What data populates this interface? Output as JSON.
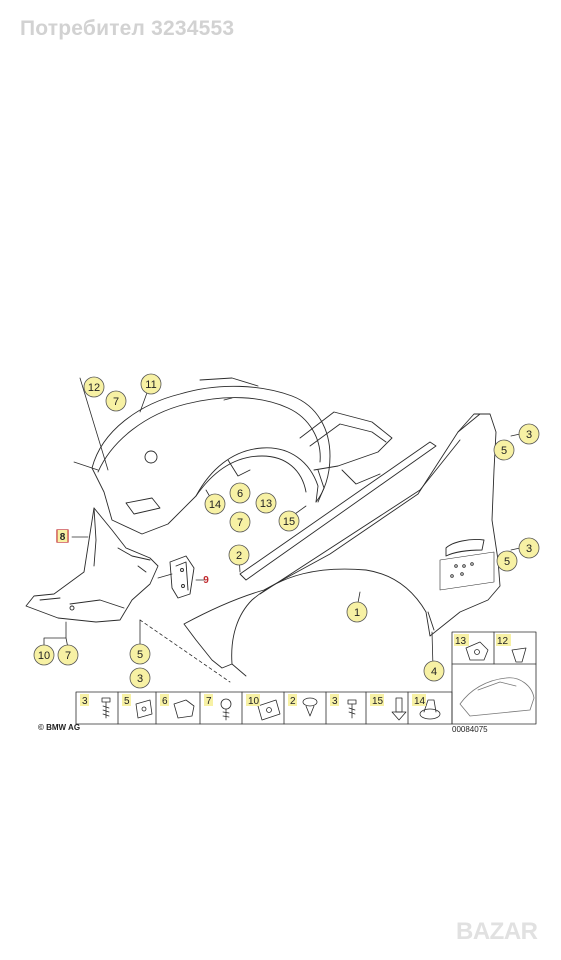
{
  "watermark": "Потребител 3234553",
  "copyright": "© BMW AG",
  "drawing_number": "00084075",
  "bazar_logo": "BAZAR",
  "callouts": [
    "12",
    "7",
    "11",
    "3",
    "5",
    "6",
    "7",
    "13",
    "14",
    "15",
    "8",
    "9",
    "2",
    "1",
    "3",
    "5",
    "10",
    "7",
    "5",
    "3",
    "4"
  ],
  "legend_parts": [
    "3",
    "5",
    "6",
    "7",
    "10",
    "2",
    "3",
    "15",
    "14"
  ],
  "legend_inset_parts": [
    "13",
    "12"
  ],
  "colors": {
    "callout_fill": "#f7f1a4",
    "callout_stroke": "#555555",
    "line": "#2b2b2b",
    "red": "#c0282d"
  }
}
